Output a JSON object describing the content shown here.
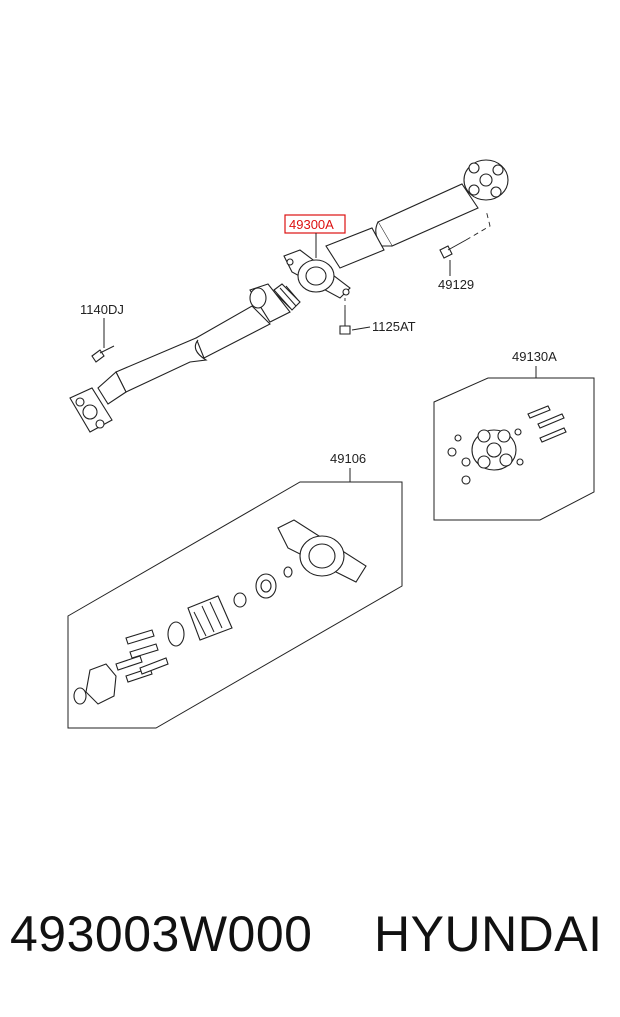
{
  "callouts": {
    "main_shaft": "49300A",
    "center_bearing_bolt": "1125AT",
    "flange_bolt_front": "1140DJ",
    "flange_bolt_rear": "49129",
    "rubber_coupling_kit": "49130A",
    "center_bearing_kit": "49106"
  },
  "highlight_color": "#dd1111",
  "footer": {
    "part_number": "493003W000",
    "brand": "HYUNDAI"
  }
}
